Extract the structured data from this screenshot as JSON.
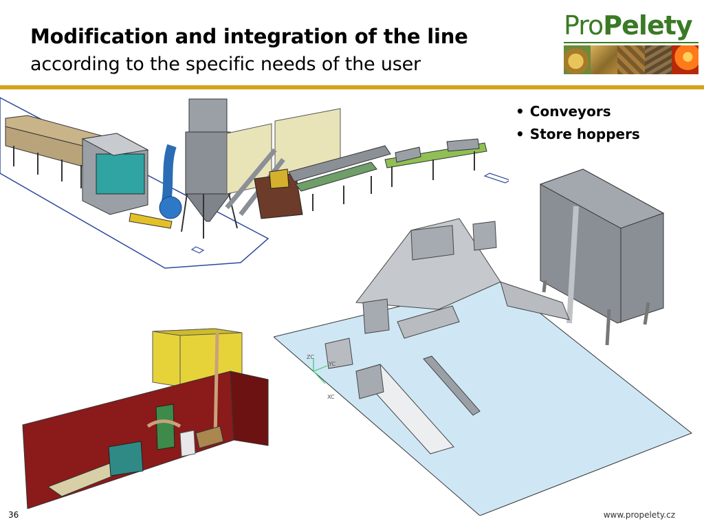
{
  "slide": {
    "title": "Modification and integration of the line",
    "subtitle": "according to the specific needs of the user",
    "bullets": [
      "Conveyors",
      "Store hoppers"
    ],
    "page_number": "36",
    "footer_url": "www.propelety.cz"
  },
  "logo": {
    "text_pro": "Pro",
    "text_pelety": "Pelety",
    "brand_color": "#3a7a25"
  },
  "colors": {
    "accent_rule": "#d6a21a",
    "floor_blue": "#cfe6f5",
    "machine_grey": "#8a8f96",
    "machine_teal": "#3a9e9a",
    "hopper_yellow": "#e6d33a",
    "wall_red": "#8b1a1a",
    "panel_cream": "#e9e4b8"
  },
  "illustrations": {
    "line_overview_axes": [
      "ZC",
      "YC",
      "XC"
    ]
  }
}
